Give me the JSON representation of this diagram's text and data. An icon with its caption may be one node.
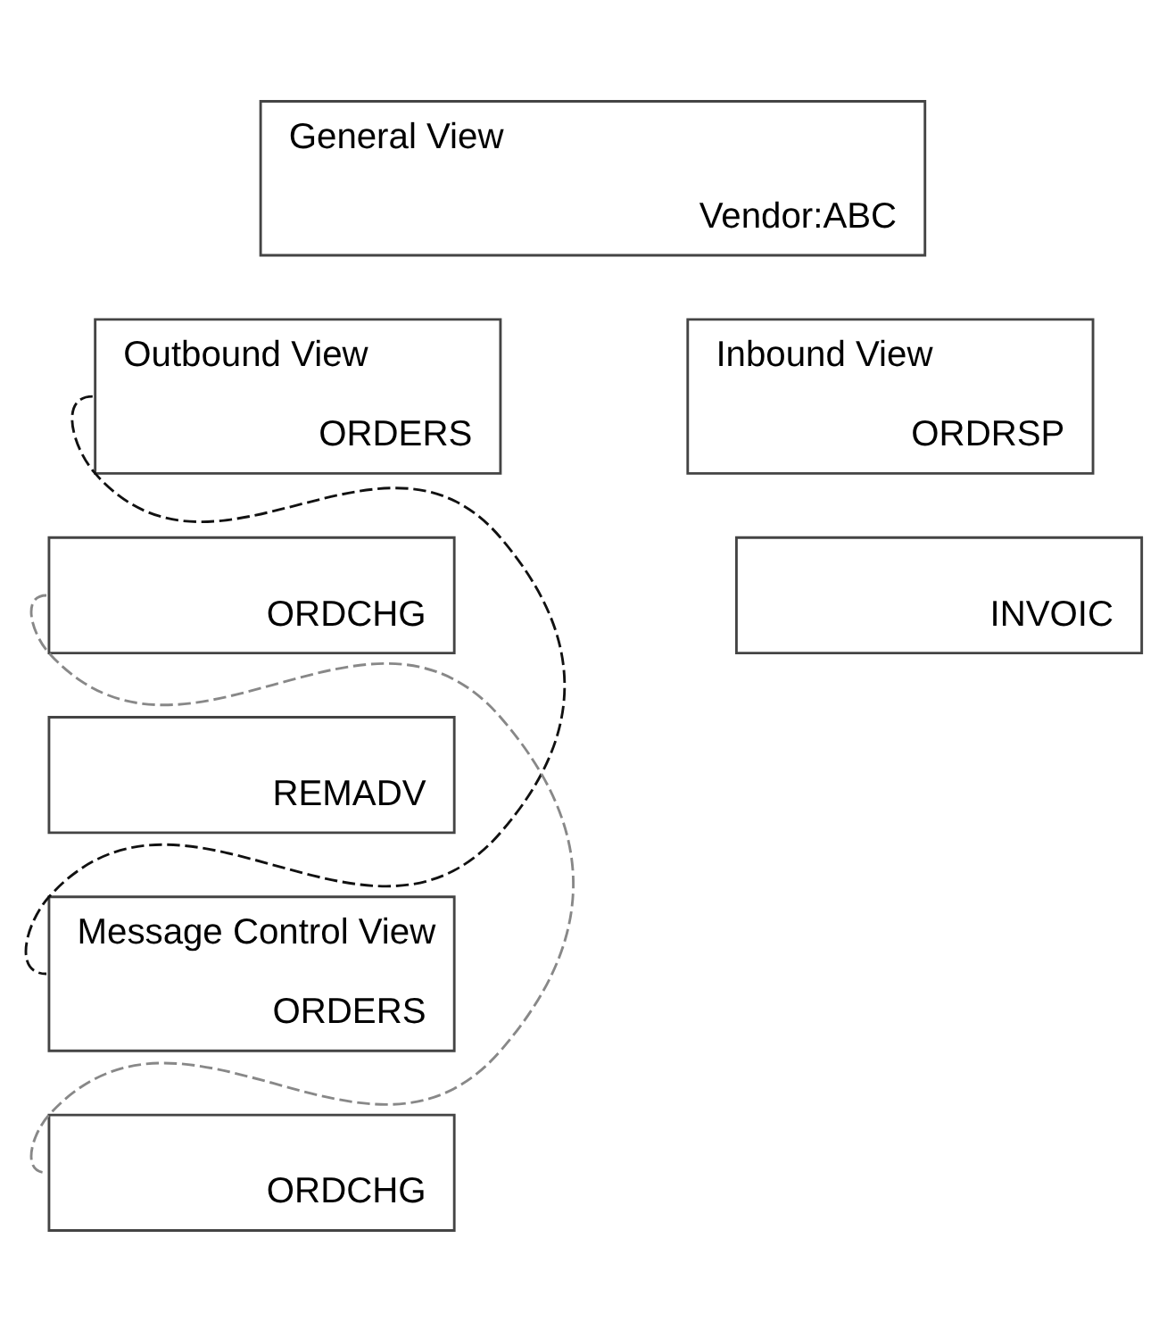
{
  "diagram": {
    "nodes": [
      {
        "text": [
          "General View",
          "Vendor:ABC"
        ]
      },
      {
        "text": [
          "Outbound View",
          "ORDERS"
        ]
      },
      {
        "text": [
          "ORDCHG"
        ]
      },
      {
        "text": [
          "REMADV"
        ]
      },
      {
        "text": [
          "Message Control View",
          "ORDERS"
        ]
      },
      {
        "text": [
          "ORDCHG"
        ]
      },
      {
        "text": [
          "Inbound View",
          "ORDRSP"
        ]
      },
      {
        "text": [
          "INVOIC"
        ]
      }
    ],
    "edges": [
      {
        "from": 1,
        "to": 4,
        "arrow": "none",
        "style": "dashed"
      },
      {
        "from": 2,
        "to": 5,
        "arrow": "none",
        "style": "dashed",
        "color": "#888888"
      }
    ]
  }
}
